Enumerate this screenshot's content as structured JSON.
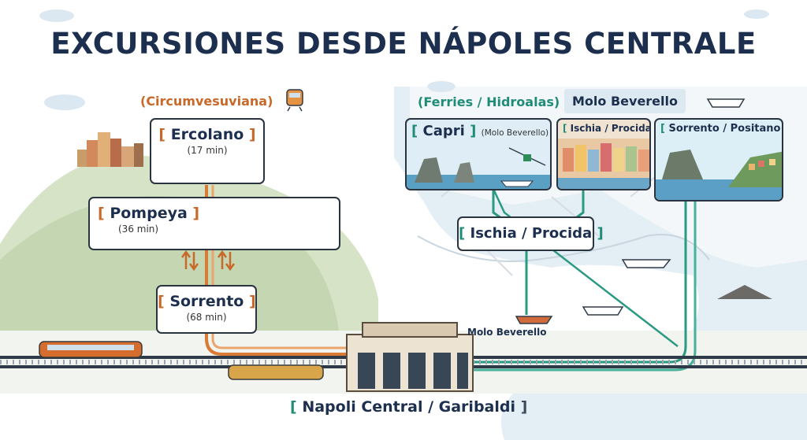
{
  "title": "EXCURSIONES DESDE NÁPOLES CENTRALE",
  "lines": {
    "circumvesuviana": {
      "label": "(Circumvesuviana)",
      "color": "#c8692a",
      "icon": "train-icon"
    },
    "ferries": {
      "label": "(Ferries / Hidroalas)",
      "color": "#1f8c78",
      "icon": "ferry-icon"
    }
  },
  "port_label": "Molo Beverello",
  "port_label_small": "Molo Beverello",
  "destinations": {
    "ercolano": {
      "name": "Ercolano",
      "time": "(17 min)"
    },
    "pompeya": {
      "name": "Pompeya",
      "time": "(36 min)"
    },
    "sorrento": {
      "name": "Sorrento",
      "time": "(68 min)"
    },
    "capri": {
      "name": "Capri",
      "note": "(Molo Beverello)"
    },
    "ischia_procida_card": {
      "name": "Ischia / Procida"
    },
    "sorrento_positano": {
      "name": "Sorrento / Positano"
    },
    "ischia_procida_label": {
      "name": "Ischia / Procida"
    }
  },
  "bracket_open": "[",
  "bracket_close": "]",
  "station": {
    "name": "Napoli Central / Garibaldi"
  },
  "icons": [
    "train-icon",
    "ferry-icon",
    "cloud-icon",
    "updown-arrows-icon",
    "station-icon",
    "ship-icon",
    "cable-car-icon",
    "volcano-icon"
  ]
}
